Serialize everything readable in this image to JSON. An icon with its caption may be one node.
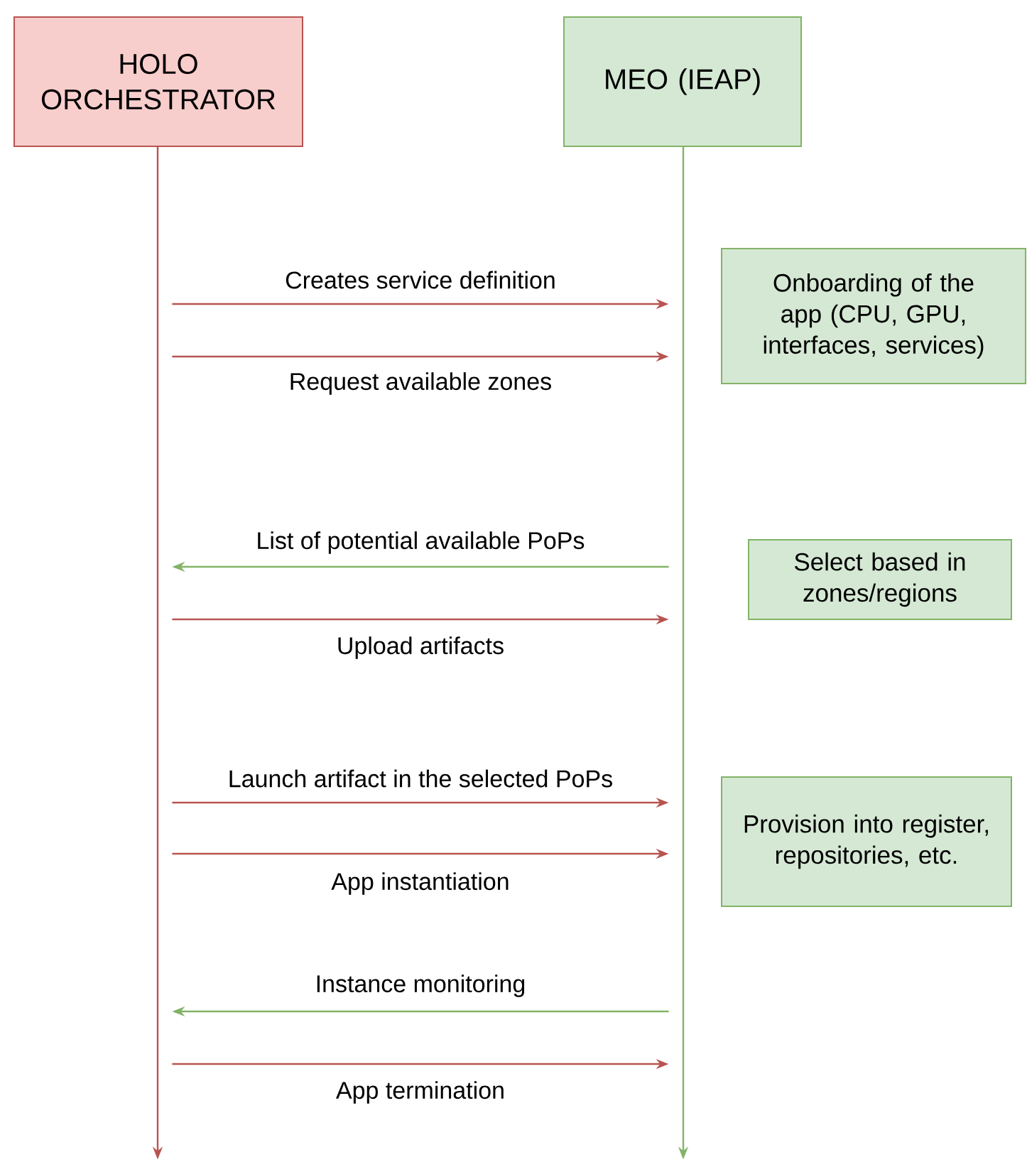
{
  "diagram": {
    "nodes": [
      {
        "text": [
          "HOLO ORCHESTRATOR"
        ]
      },
      {
        "text": [
          "MEO (IEAP)"
        ]
      },
      {
        "text": [],
        "shape": "bar"
      },
      {
        "text": [],
        "shape": "bar"
      },
      {
        "text": [
          "Onboarding of the app (CPU, GPU, interfaces, services)"
        ]
      },
      {
        "text": [
          "Select based in zones/regions"
        ]
      },
      {
        "text": [
          "Provision into register, repositories, etc."
        ]
      }
    ],
    "edges": [
      {
        "from": 2,
        "to": 3,
        "arrow": "to",
        "label": "Creates service definition"
      },
      {
        "from": 2,
        "to": 3,
        "arrow": "to",
        "label": "Request available zones"
      },
      {
        "from": 3,
        "to": 2,
        "arrow": "to",
        "label": "List of potential available PoPs",
        "color": "#82b366"
      },
      {
        "from": 2,
        "to": 3,
        "arrow": "to",
        "label": "Upload artifacts"
      },
      {
        "from": 2,
        "to": 3,
        "arrow": "to",
        "label": "Launch artifact in the selected PoPs"
      },
      {
        "from": 2,
        "to": 3,
        "arrow": "to",
        "label": "App instantiation"
      },
      {
        "from": 3,
        "to": 2,
        "arrow": "to",
        "label": "Instance monitoring",
        "color": "#82b366"
      },
      {
        "from": 2,
        "to": 3,
        "arrow": "to",
        "label": "App termination"
      }
    ]
  }
}
